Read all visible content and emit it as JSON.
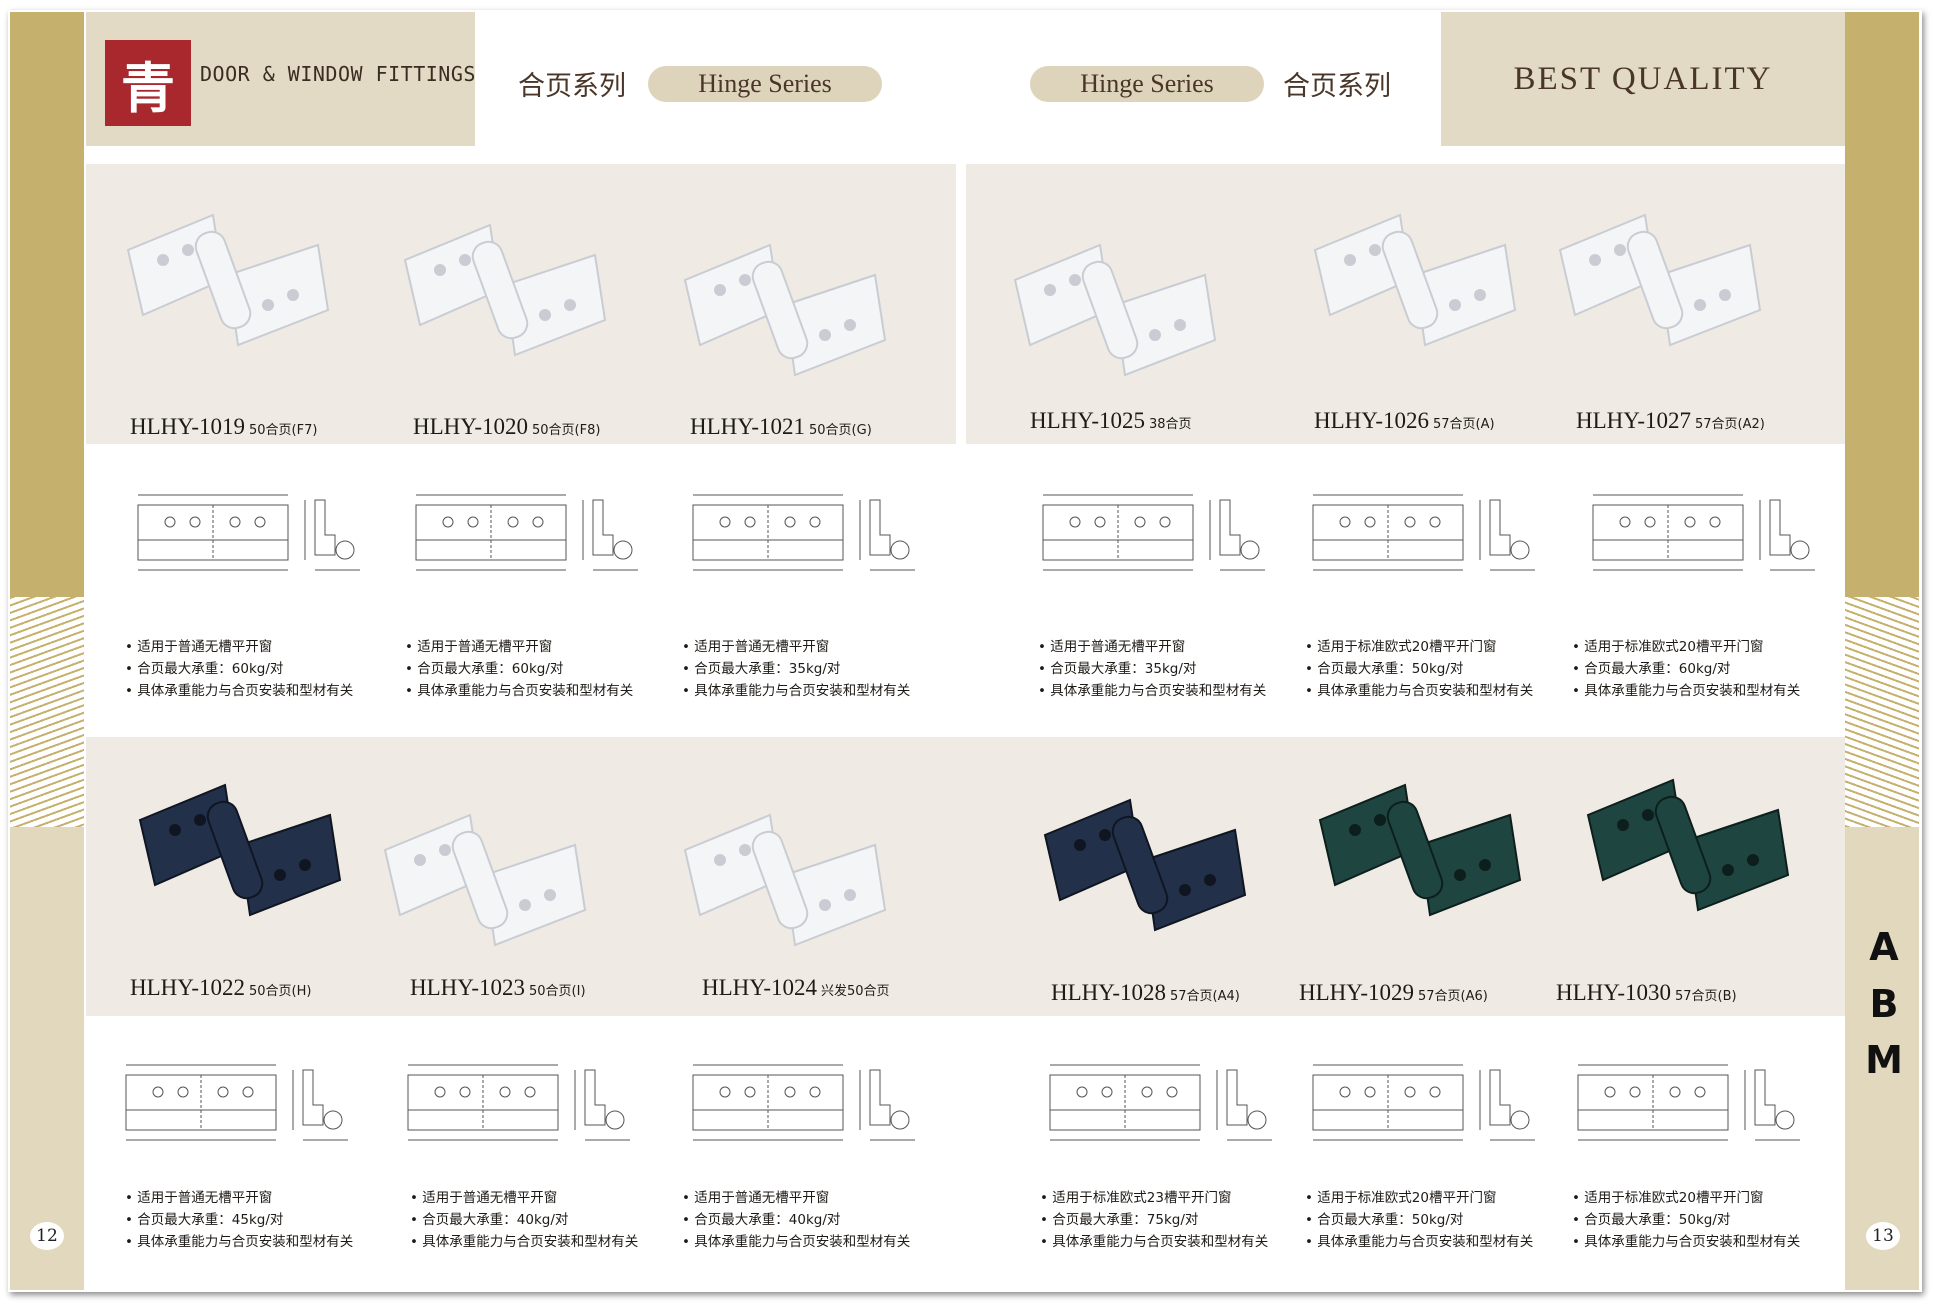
{
  "header": {
    "logo_char": "青",
    "brand_text": "DOOR & WINDOW FITTINGS",
    "left_series_cn": "合页系列",
    "left_series_en": "Hinge Series",
    "right_series_en": "Hinge Series",
    "right_series_cn": "合页系列",
    "tagline": "BEST QUALITY"
  },
  "side_logo": [
    "A",
    "B",
    "M"
  ],
  "page_numbers": {
    "left": "12",
    "right": "13"
  },
  "colors": {
    "gold": "#c5b06d",
    "beige": "#e2dac4",
    "band": "#efebe4",
    "seal": "#a8282e",
    "white_hinge": "#f2f3f5",
    "dark_blue_hinge": "#1f2a3a",
    "dark_green_hinge": "#1d3a36"
  },
  "products": [
    {
      "model": "HLHY-1019",
      "spec": "50合页(F7)",
      "finish": "white",
      "bullets": [
        "适用于普通无槽平开窗",
        "合页最大承重：60kg/对",
        "具体承重能力与合页安装和型材有关"
      ]
    },
    {
      "model": "HLHY-1020",
      "spec": "50合页(F8)",
      "finish": "white",
      "bullets": [
        "适用于普通无槽平开窗",
        "合页最大承重：60kg/对",
        "具体承重能力与合页安装和型材有关"
      ]
    },
    {
      "model": "HLHY-1021",
      "spec": "50合页(G)",
      "finish": "white",
      "bullets": [
        "适用于普通无槽平开窗",
        "合页最大承重：35kg/对",
        "具体承重能力与合页安装和型材有关"
      ]
    },
    {
      "model": "HLHY-1025",
      "spec": "38合页",
      "finish": "white",
      "bullets": [
        "适用于普通无槽平开窗",
        "合页最大承重：35kg/对",
        "具体承重能力与合页安装和型材有关"
      ]
    },
    {
      "model": "HLHY-1026",
      "spec": "57合页(A)",
      "finish": "white",
      "bullets": [
        "适用于标准欧式20槽平开门窗",
        "合页最大承重：50kg/对",
        "具体承重能力与合页安装和型材有关"
      ]
    },
    {
      "model": "HLHY-1027",
      "spec": "57合页(A2)",
      "finish": "white",
      "bullets": [
        "适用于标准欧式20槽平开门窗",
        "合页最大承重：60kg/对",
        "具体承重能力与合页安装和型材有关"
      ]
    },
    {
      "model": "HLHY-1022",
      "spec": "50合页(H)",
      "finish": "dark_blue",
      "bullets": [
        "适用于普通无槽平开窗",
        "合页最大承重：45kg/对",
        "具体承重能力与合页安装和型材有关"
      ]
    },
    {
      "model": "HLHY-1023",
      "spec": "50合页(I)",
      "finish": "white",
      "bullets": [
        "适用于普通无槽平开窗",
        "合页最大承重：40kg/对",
        "具体承重能力与合页安装和型材有关"
      ]
    },
    {
      "model": "HLHY-1024",
      "spec": "兴发50合页",
      "finish": "white",
      "bullets": [
        "适用于普通无槽平开窗",
        "合页最大承重：40kg/对",
        "具体承重能力与合页安装和型材有关"
      ]
    },
    {
      "model": "HLHY-1028",
      "spec": "57合页(A4)",
      "finish": "dark_blue",
      "bullets": [
        "适用于标准欧式23槽平开门窗",
        "合页最大承重：75kg/对",
        "具体承重能力与合页安装和型材有关"
      ]
    },
    {
      "model": "HLHY-1029",
      "spec": "57合页(A6)",
      "finish": "dark_green",
      "bullets": [
        "适用于标准欧式20槽平开门窗",
        "合页最大承重：50kg/对",
        "具体承重能力与合页安装和型材有关"
      ]
    },
    {
      "model": "HLHY-1030",
      "spec": "57合页(B)",
      "finish": "dark_green",
      "bullets": [
        "适用于标准欧式20槽平开门窗",
        "合页最大承重：50kg/对",
        "具体承重能力与合页安装和型材有关"
      ]
    }
  ]
}
